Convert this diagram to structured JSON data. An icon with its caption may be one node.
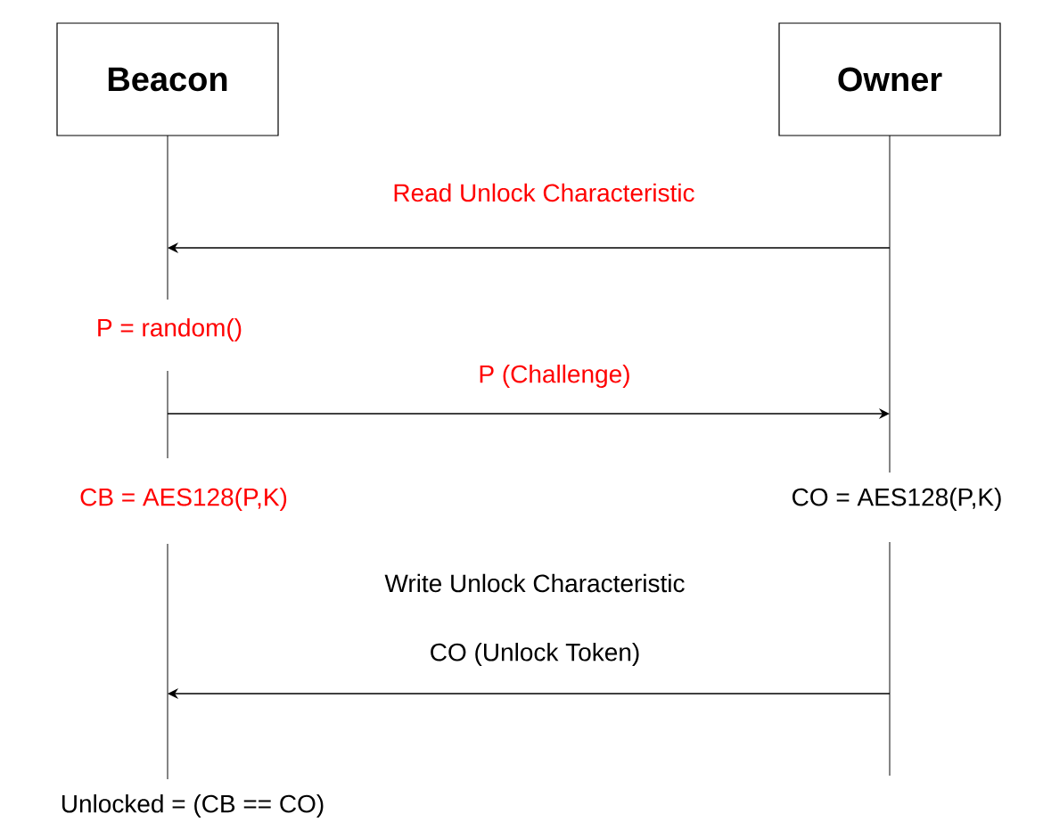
{
  "diagram": {
    "nodes": [
      {
        "text": [
          "Beacon"
        ]
      },
      {
        "text": [
          "Owner"
        ]
      }
    ],
    "edges": [
      {
        "from": 1,
        "to": 0,
        "arrow": "to",
        "label": "Read Unlock Characteristic"
      },
      {
        "from": 0,
        "to": 1,
        "arrow": "to",
        "label": "P (Challenge)"
      },
      {
        "from": 1,
        "to": 0,
        "arrow": "to",
        "label": "CO (Unlock Token)"
      }
    ],
    "labels": [
      "P = random()",
      "CB = AES128(P,K)",
      "CO = AES128(P,K)",
      "Write Unlock Characteristic",
      "Unlocked = (CB == CO)"
    ]
  }
}
